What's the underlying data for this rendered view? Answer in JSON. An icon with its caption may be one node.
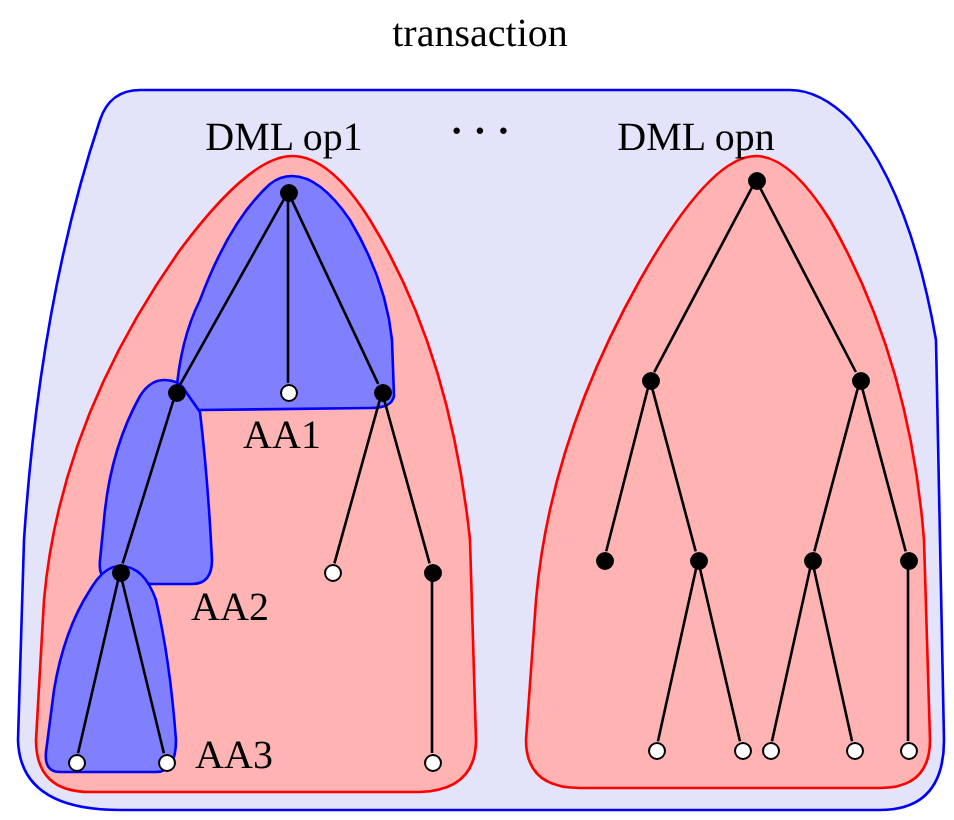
{
  "diagram": {
    "nodes": [
      {
        "text": [
          "transaction"
        ]
      },
      {
        "text": [
          "DML op1"
        ],
        "in": 0
      },
      {
        "text": [
          "DML opn"
        ],
        "in": 0
      },
      {
        "text": [
          "AA1"
        ],
        "in": 1
      },
      {
        "text": [
          "AA2"
        ],
        "in": 1
      },
      {
        "text": [
          "AA3"
        ],
        "in": 1
      },
      {
        "text": [],
        "shape": "circle",
        "in": 3
      },
      {
        "text": [],
        "shape": "circle",
        "in": 4
      },
      {
        "text": [],
        "shape": "circle",
        "in": 3
      },
      {
        "text": [],
        "shape": "circle",
        "in": 3
      },
      {
        "text": [],
        "shape": "circle",
        "in": 4
      },
      {
        "text": [],
        "shape": "circle",
        "in": 5
      },
      {
        "text": [],
        "shape": "circle",
        "in": 5
      },
      {
        "text": [],
        "shape": "circle",
        "in": 1
      },
      {
        "text": [],
        "shape": "circle",
        "in": 1
      },
      {
        "text": [],
        "shape": "circle",
        "in": 1
      },
      {
        "text": [],
        "shape": "circle",
        "in": 2
      },
      {
        "text": [],
        "shape": "circle",
        "in": 2
      },
      {
        "text": [],
        "shape": "circle",
        "in": 2
      },
      {
        "text": [],
        "shape": "circle",
        "in": 2
      },
      {
        "text": [],
        "shape": "circle",
        "in": 2
      },
      {
        "text": [],
        "shape": "circle",
        "in": 2
      },
      {
        "text": [],
        "shape": "circle",
        "in": 2
      },
      {
        "text": [],
        "shape": "circle",
        "in": 2
      },
      {
        "text": [],
        "shape": "circle",
        "in": 2
      },
      {
        "text": [],
        "shape": "circle",
        "in": 2
      },
      {
        "text": [],
        "shape": "circle",
        "in": 2
      },
      {
        "text": [],
        "shape": "circle",
        "in": 2
      }
    ],
    "edges": [
      {
        "from": 6,
        "to": 7,
        "arrow": "none"
      },
      {
        "from": 6,
        "to": 8,
        "arrow": "none"
      },
      {
        "from": 6,
        "to": 9,
        "arrow": "none"
      },
      {
        "from": 7,
        "to": 10,
        "arrow": "none"
      },
      {
        "from": 10,
        "to": 11,
        "arrow": "none"
      },
      {
        "from": 10,
        "to": 12,
        "arrow": "none"
      },
      {
        "from": 9,
        "to": 13,
        "arrow": "none"
      },
      {
        "from": 9,
        "to": 14,
        "arrow": "none"
      },
      {
        "from": 14,
        "to": 15,
        "arrow": "none"
      },
      {
        "from": 16,
        "to": 17,
        "arrow": "none"
      },
      {
        "from": 16,
        "to": 18,
        "arrow": "none"
      },
      {
        "from": 17,
        "to": 19,
        "arrow": "none"
      },
      {
        "from": 17,
        "to": 20,
        "arrow": "none"
      },
      {
        "from": 20,
        "to": 23,
        "arrow": "none"
      },
      {
        "from": 20,
        "to": 24,
        "arrow": "none"
      },
      {
        "from": 18,
        "to": 21,
        "arrow": "none"
      },
      {
        "from": 18,
        "to": 22,
        "arrow": "none"
      },
      {
        "from": 21,
        "to": 25,
        "arrow": "none"
      },
      {
        "from": 21,
        "to": 26,
        "arrow": "none"
      },
      {
        "from": 22,
        "to": 27,
        "arrow": "none"
      }
    ],
    "labels": [
      "· · ·"
    ]
  }
}
